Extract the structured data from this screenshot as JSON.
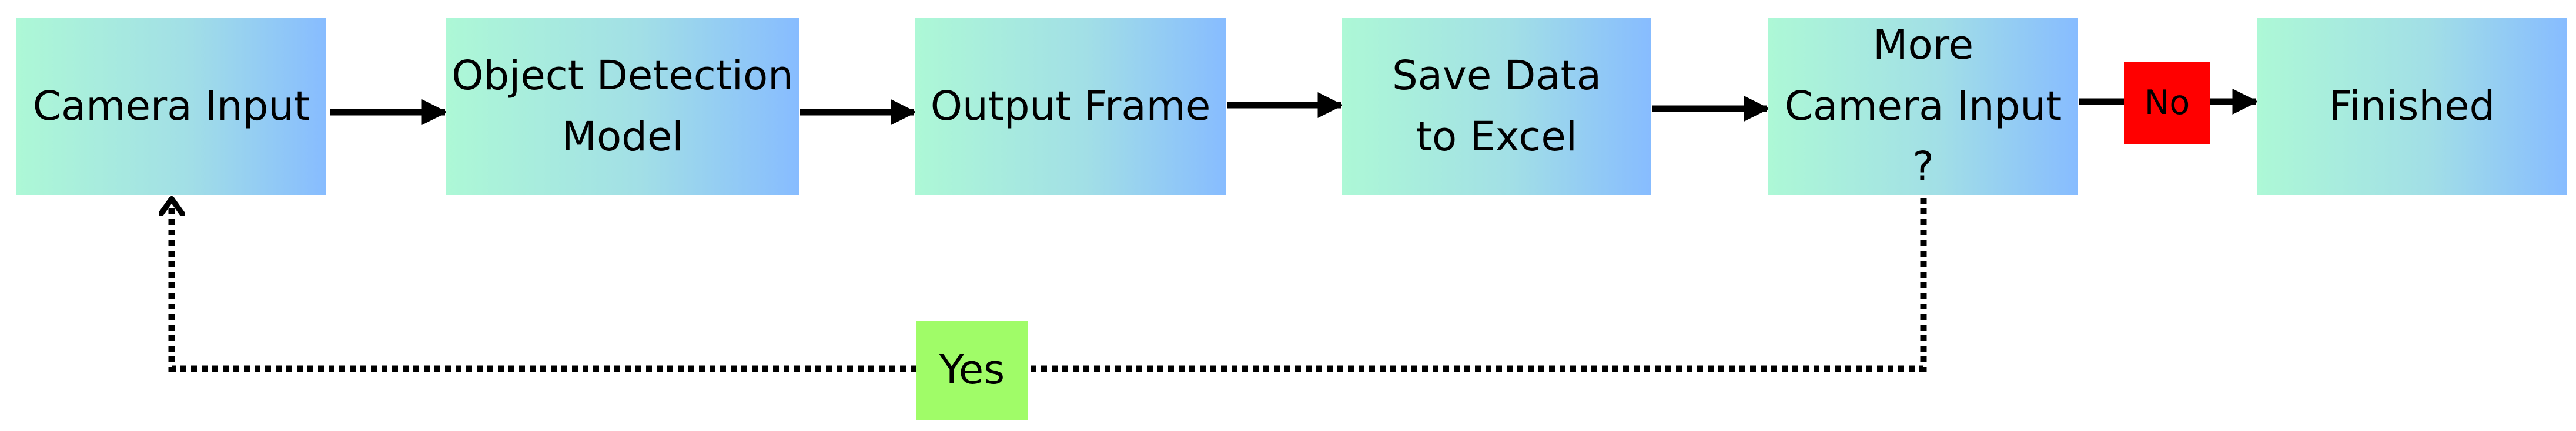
{
  "nodes": {
    "camera_input": "Camera Input",
    "object_detection": "Object Detection\nModel",
    "output_frame": "Output Frame",
    "save_data": "Save Data\nto Excel",
    "more_camera_input": "More\nCamera Input ?",
    "finished": "Finished"
  },
  "edge_labels": {
    "no": "No",
    "yes": "Yes"
  },
  "colors": {
    "box_gradient_start": "#adf8d6",
    "box_gradient_end": "#87bcff",
    "no_label_bg": "#ff0000",
    "yes_label_bg": "#a0fc68",
    "arrow": "#000000"
  }
}
